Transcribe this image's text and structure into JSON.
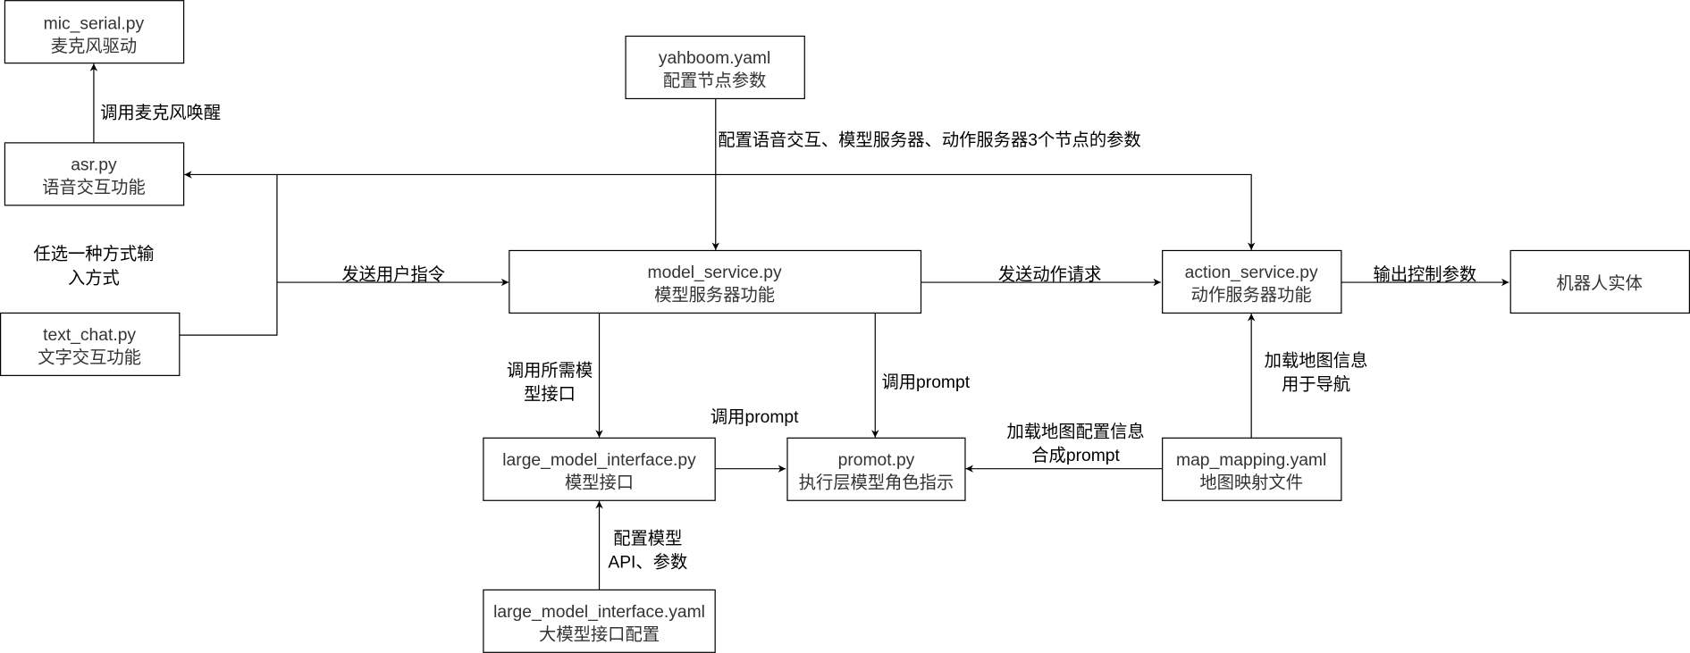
{
  "nodes": {
    "mic_serial": {
      "line1": "mic_serial.py",
      "line2": "麦克风驱动"
    },
    "asr": {
      "line1": "asr.py",
      "line2": "语音交互功能"
    },
    "text_chat": {
      "line1": "text_chat.py",
      "line2": "文字交互功能"
    },
    "yahboom": {
      "line1": "yahboom.yaml",
      "line2": "配置节点参数"
    },
    "model_service": {
      "line1": "model_service.py",
      "line2": "模型服务器功能"
    },
    "action_service": {
      "line1": "action_service.py",
      "line2": "动作服务器功能"
    },
    "robot": {
      "line1": "机器人实体"
    },
    "large_model_interface": {
      "line1": "large_model_interface.py",
      "line2": "模型接口"
    },
    "promot": {
      "line1": "promot.py",
      "line2": "执行层模型角色指示"
    },
    "map_mapping": {
      "line1": "map_mapping.yaml",
      "line2": "地图映射文件"
    },
    "large_model_interface_yaml": {
      "line1": "large_model_interface.yaml",
      "line2": "大模型接口配置"
    }
  },
  "edges": {
    "asr_to_mic": "调用麦克风唤醒",
    "choose_input": {
      "line1": "任选一种方式输",
      "line2": "入方式"
    },
    "send_user_cmd": "发送用户指令",
    "config_params": "配置语音交互、模型服务器、动作服务器3个节点的参数",
    "send_action_req": "发送动作请求",
    "output_control": "输出控制参数",
    "call_model_api": {
      "line1": "调用所需模",
      "line2": "型接口"
    },
    "call_prompt_model": "调用prompt",
    "call_prompt_interface": "调用prompt",
    "load_map_prompt": {
      "line1": "加载地图配置信息",
      "line2": "合成prompt"
    },
    "load_map_nav": {
      "line1": "加载地图信息",
      "line2": "用于导航"
    },
    "config_model": {
      "line1": "配置模型",
      "line2": "API、参数"
    }
  }
}
